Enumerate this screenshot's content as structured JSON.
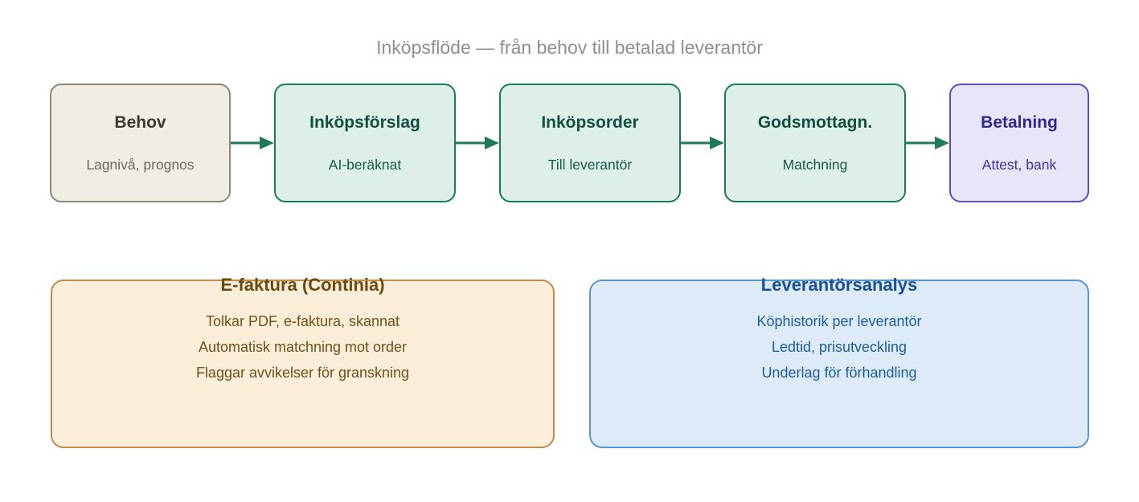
{
  "diagram": {
    "title": "Inköpsflöde — från behov till betalad leverantör",
    "flow": {
      "nodes": [
        {
          "title": "Behov",
          "subtitle": "Lagnivå, prognos",
          "variant": "gray"
        },
        {
          "title": "Inköpsförslag",
          "subtitle": "AI-beräknat",
          "variant": "green"
        },
        {
          "title": "Inköpsorder",
          "subtitle": "Till leverantör",
          "variant": "green"
        },
        {
          "title": "Godsmottagn.",
          "subtitle": "Matchning",
          "variant": "green"
        },
        {
          "title": "Betalning",
          "subtitle": "Attest, bank",
          "variant": "purple"
        }
      ]
    },
    "panels": [
      {
        "title": "E-faktura (Continia)",
        "lines": [
          "Tolkar PDF, e-faktura, skannat",
          "Automatisk matchning mot order",
          "Flaggar avvikelser för granskning"
        ]
      },
      {
        "title": "Leverantörsanalys",
        "lines": [
          "Köphistorik per leverantör",
          "Ledtid, prisutveckling",
          "Underlag för förhandling"
        ]
      }
    ]
  },
  "colors": {
    "title-gray": "#8f8f8f",
    "arrow": "#1e7a5a",
    "node-gray-fill": "#f0ede4",
    "node-gray-border": "#8a877e",
    "node-gray-title": "#3c3a33",
    "node-gray-sub": "#6e6b62",
    "node-green-fill": "#ddefe7",
    "node-green-border": "#1a7a60",
    "node-green-title": "#114f43",
    "node-green-sub": "#185a4b",
    "node-purple-fill": "#e9e5f9",
    "node-purple-border": "#5a50bb",
    "node-purple-title": "#32298e",
    "node-purple-sub": "#3d35a0",
    "panel-orange-fill": "#fbeed9",
    "panel-orange-border": "#c18a49",
    "panel-orange-title": "#6b4a10",
    "panel-orange-text": "#6f501c",
    "panel-blue-fill": "#ddeaf8",
    "panel-blue-border": "#5b94cf",
    "panel-blue-title": "#1b4f93",
    "panel-blue-text": "#1e5c9e"
  }
}
